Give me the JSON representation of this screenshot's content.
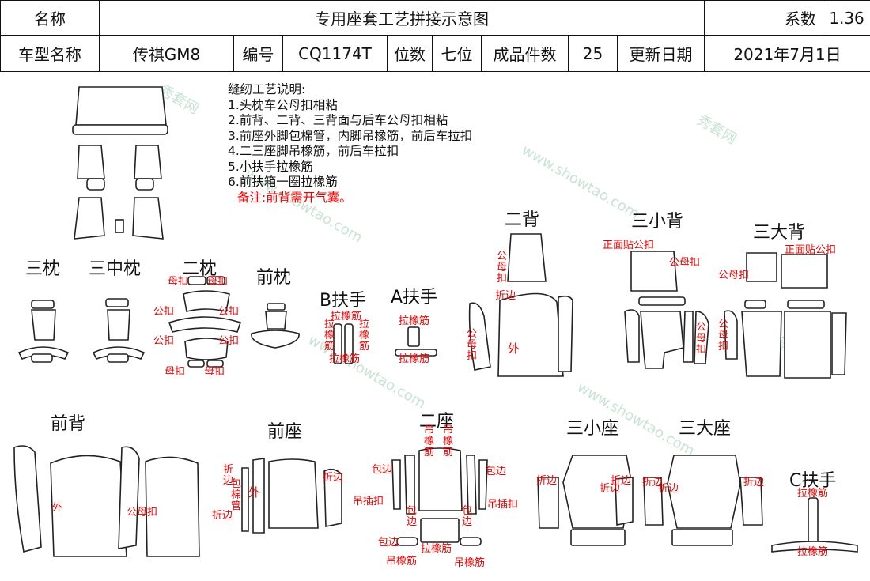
{
  "header": {
    "row1": {
      "name_label": "名称",
      "title": "专用座套工艺拼接示意图",
      "coef_label": "系数",
      "coef_value": "1.36"
    },
    "row2": {
      "model_label": "车型名称",
      "model_value": "传祺GM8",
      "code_label": "编号",
      "code_value": "CQ1174T",
      "seats_label": "位数",
      "seats_value": "七位",
      "pieces_label": "成品件数",
      "pieces_value": "25",
      "date_label": "更新日期",
      "date_value": "2021年7月1日"
    }
  },
  "notes": {
    "heading": "缝纫工艺说明:",
    "items": [
      "1.头枕车公母扣相粘",
      "2.前背、二背、三背面与后车公母扣相粘",
      "3.前座外脚包棉管，内脚吊橡筋，前后车拉扣",
      "4.二三座脚吊橡筋，前后车拉扣",
      "5.小扶手拉橡筋",
      "6.前扶箱一圈拉橡筋"
    ],
    "remark": "备注:前背需开气囊。"
  },
  "sections": {
    "three_pillow": "三枕",
    "three_mid_pillow": "三中枕",
    "two_pillow": "二枕",
    "front_pillow": "前枕",
    "b_armrest": "B扶手",
    "a_armrest": "A扶手",
    "second_back": "二背",
    "third_small_back": "三小背",
    "third_big_back": "三大背",
    "front_back": "前背",
    "front_seat": "前座",
    "second_seat": "二座",
    "third_small_seat": "三小座",
    "third_big_seat": "三大座",
    "c_armrest": "C扶手"
  },
  "labels": {
    "female_snap": "母扣",
    "male_snap": "公扣",
    "male_female_snap": "公母扣",
    "elastic": "拉橡筋",
    "fold_edge": "折边",
    "outer": "外",
    "front_stick": "正面贴公扣",
    "front_stick2": "正面贴公扣",
    "hang_elastic": "吊橡筋",
    "hang_insert": "吊插扣",
    "wrap_edge": "包边",
    "wrap_tube": "包棉管"
  },
  "watermarks": [
    "秀套网",
    "www.showtao.com"
  ],
  "colors": {
    "annotation": "#ee0000",
    "line": "#111111",
    "watermark": "#c9e3d4"
  }
}
